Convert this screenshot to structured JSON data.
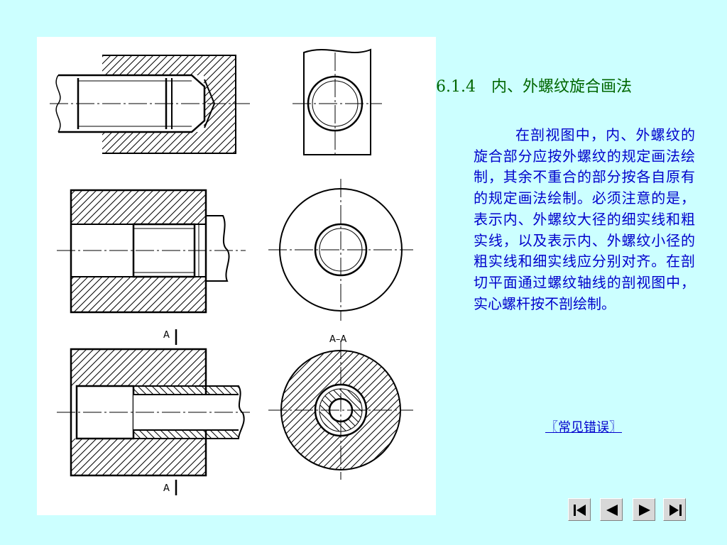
{
  "slide": {
    "section_title": "6.1.4　内、外螺纹旋合画法",
    "description": "在剖视图中，内、外螺纹的旋合部分应按外螺纹的规定画法绘制，其余不重合的部分按各自原有的规定画法绘制。必须注意的是，表示内、外螺纹大径的细实线和粗实线，以及表示内、外螺纹小径的粗实线和细实线应分别对齐。在剖切平面通过螺纹轴线的剖视图中，实心螺杆按不剖绘制。",
    "link_label": "〖常见错误〗"
  },
  "drawing": {
    "labels": {
      "cut_top": "A",
      "cut_bottom": "A",
      "section_name": "A–A"
    }
  },
  "nav": {
    "buttons": [
      {
        "icon": "first-slide-icon"
      },
      {
        "icon": "previous-slide-icon"
      },
      {
        "icon": "next-slide-icon"
      },
      {
        "icon": "last-slide-icon"
      }
    ]
  },
  "colors": {
    "background": "#ccffff",
    "title": "#006600",
    "body_text": "#0000cc"
  }
}
